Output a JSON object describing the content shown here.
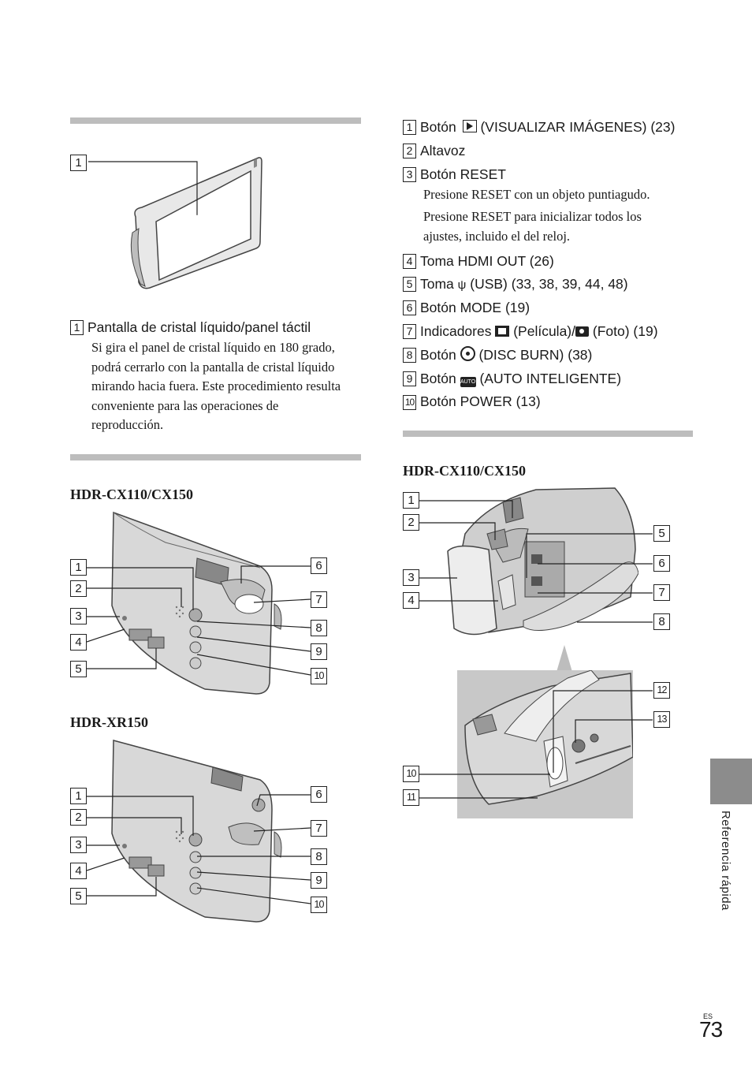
{
  "left": {
    "lcd_item": {
      "num": "1",
      "label": "Pantalla de cristal líquido/panel táctil"
    },
    "lcd_desc": "Si gira el panel de cristal líquido en 180 grado, podrá cerrarlo con la pantalla de cristal líquido mirando hacia fuera. Este procedimiento resulta conveniente para las operaciones de reproducción.",
    "lcd_callouts": [
      "1"
    ],
    "model_a": "HDR-CX110/CX150",
    "model_b": "HDR-XR150",
    "side_callouts": [
      "1",
      "2",
      "3",
      "4",
      "5",
      "6",
      "7",
      "8",
      "9",
      "10"
    ]
  },
  "right": {
    "items": [
      {
        "num": "1",
        "label": "Botón",
        "icon": "play-icon",
        "rest": " (VISUALIZAR IMÁGENES) (23)"
      },
      {
        "num": "2",
        "label": "Altavoz"
      },
      {
        "num": "3",
        "label": "Botón RESET"
      },
      {
        "num": "4",
        "label": "Toma HDMI OUT (26)"
      },
      {
        "num": "5",
        "label": "Toma",
        "icon": "usb-icon",
        "rest": " (USB) (33, 38, 39, 44, 48)"
      },
      {
        "num": "6",
        "label": "Botón MODE (19)"
      },
      {
        "num": "7",
        "label": "Indicadores",
        "icon": "movie-icon",
        "mid": " (Película)/",
        "icon2": "camera-icon",
        "rest": " (Foto) (19)"
      },
      {
        "num": "8",
        "label": "Botón ",
        "icon": "disc-icon",
        "rest": " (DISC BURN) (38)"
      },
      {
        "num": "9",
        "label": "Botón",
        "icon": "iauto-icon",
        "rest": " (AUTO INTELIGENTE)"
      },
      {
        "num": "10",
        "label": "Botón POWER (13)"
      }
    ],
    "reset_desc_1": "Presione RESET con un objeto puntiagudo.",
    "reset_desc_2": "Presione RESET para inicializar todos los ajustes, incluido el del reloj.",
    "model_a": "HDR-CX110/CX150",
    "top_callouts_left": [
      "1",
      "2",
      "3",
      "4"
    ],
    "top_callouts_right": [
      "5",
      "6",
      "7",
      "8"
    ],
    "bottom_callouts_right": [
      "12",
      "13"
    ],
    "bottom_callouts_left": [
      "10",
      "11"
    ]
  },
  "side_tab": "Referencia rápida",
  "page": {
    "lang": "ES",
    "number": "73"
  }
}
